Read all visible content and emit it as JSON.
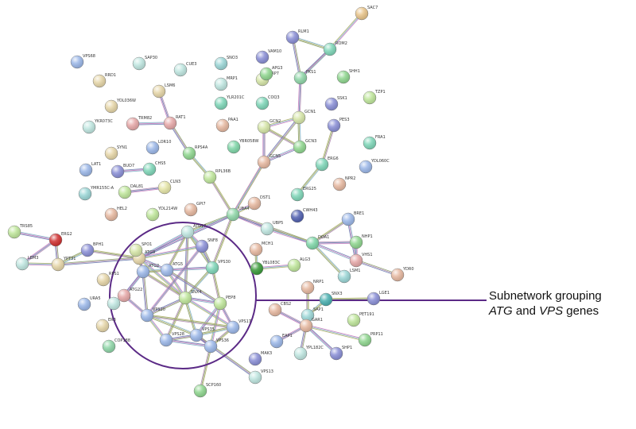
{
  "annotation": {
    "line1": "Subnetwork grouping",
    "line2_italic_a": "ATG",
    "line2_mid": " and ",
    "line2_italic_b": "VPS",
    "line2_end": " genes",
    "color": "#5b2a86"
  },
  "nodes": [
    {
      "id": "SAC7",
      "color": "#e8c48a"
    },
    {
      "id": "RLM1",
      "color": "#8a8fd6"
    },
    {
      "id": "ROM2",
      "color": "#7fd6b8"
    },
    {
      "id": "VPS68",
      "color": "#9bb7e8"
    },
    {
      "id": "SAP30",
      "color": "#bfe6e0"
    },
    {
      "id": "CUE3",
      "color": "#bfe6e0"
    },
    {
      "id": "SNO3",
      "color": "#9bd6d6"
    },
    {
      "id": "VAM10",
      "color": "#8a8fd6"
    },
    {
      "id": "MRP1",
      "color": "#bfe6e0"
    },
    {
      "id": "RRD1",
      "color": "#e6d6a8"
    },
    {
      "id": "LSM6",
      "color": "#e6d6a8"
    },
    {
      "id": "MRP7",
      "color": "#d6e6a8"
    },
    {
      "id": "APG3",
      "color": "#8fd68f"
    },
    {
      "id": "FKS1",
      "color": "#8fd6a8"
    },
    {
      "id": "SHH1",
      "color": "#8fd68f"
    },
    {
      "id": "SSK1",
      "color": "#8a8fd6"
    },
    {
      "id": "TZP1",
      "color": "#bfe69b"
    },
    {
      "id": "YOL036W",
      "color": "#e6d6a8"
    },
    {
      "id": "RAT1",
      "color": "#e6a8a8"
    },
    {
      "id": "YLR201C",
      "color": "#7fd6b8"
    },
    {
      "id": "COQ3",
      "color": "#7fd6b8"
    },
    {
      "id": "GCN1",
      "color": "#d6e6a8"
    },
    {
      "id": "GCN2",
      "color": "#d6e6a8"
    },
    {
      "id": "PES3",
      "color": "#8a8fd6"
    },
    {
      "id": "YKR073C",
      "color": "#bfe6e0"
    },
    {
      "id": "TRM82",
      "color": "#e6a8a8"
    },
    {
      "id": "LOR10",
      "color": "#9bb7e8"
    },
    {
      "id": "PAA1",
      "color": "#e6b8a0"
    },
    {
      "id": "YBR058W",
      "color": "#7fd6a8"
    },
    {
      "id": "GCN3",
      "color": "#8fd68f"
    },
    {
      "id": "FRA1",
      "color": "#7fd6b8"
    },
    {
      "id": "SYN1",
      "color": "#e6d6a8"
    },
    {
      "id": "RPS4A",
      "color": "#8fd68f"
    },
    {
      "id": "GCN5",
      "color": "#e6b8a0"
    },
    {
      "id": "ERG6",
      "color": "#7fd6b8"
    },
    {
      "id": "YDL060C",
      "color": "#9bb7e8"
    },
    {
      "id": "LAT1",
      "color": "#9bb7e8"
    },
    {
      "id": "BUD7",
      "color": "#8a8fd6"
    },
    {
      "id": "CHS5",
      "color": "#7fd6b8"
    },
    {
      "id": "YMR155C-A",
      "color": "#9bd6d6"
    },
    {
      "id": "DAL81",
      "color": "#bfe69b"
    },
    {
      "id": "CLN3",
      "color": "#e6e6a8"
    },
    {
      "id": "RPL36B",
      "color": "#bfe69b"
    },
    {
      "id": "ERG25",
      "color": "#7fd6b8"
    },
    {
      "id": "NPR2",
      "color": "#e6b8a0"
    },
    {
      "id": "HEL2",
      "color": "#e6b8a0"
    },
    {
      "id": "YDL214W",
      "color": "#bfe69b"
    },
    {
      "id": "GPI7",
      "color": "#e6b8a0"
    },
    {
      "id": "UBA4",
      "color": "#8fd6a8"
    },
    {
      "id": "DST1",
      "color": "#e6b8a0"
    },
    {
      "id": "CWH43",
      "color": "#5060b0"
    },
    {
      "id": "BRE1",
      "color": "#9bb7e8"
    },
    {
      "id": "TRS85",
      "color": "#bfe69b"
    },
    {
      "id": "ERG2",
      "color": "#d03030"
    },
    {
      "id": "BPH1",
      "color": "#8a8fd6"
    },
    {
      "id": "UBP5",
      "color": "#bfe6e0"
    },
    {
      "id": "DOA1",
      "color": "#7fd6a8"
    },
    {
      "id": "NHP1",
      "color": "#8fd68f"
    },
    {
      "id": "ATG17",
      "color": "#bfe6e0"
    },
    {
      "id": "SNF8",
      "color": "#8a8fd6"
    },
    {
      "id": "LEM3",
      "color": "#bfe6e0"
    },
    {
      "id": "YPT31",
      "color": "#e6d6a8"
    },
    {
      "id": "ATG9",
      "color": "#e6d6a8"
    },
    {
      "id": "MCH1",
      "color": "#e6b8a0"
    },
    {
      "id": "VHS1",
      "color": "#e6a8a8"
    },
    {
      "id": "ATG2",
      "color": "#9bb7e8"
    },
    {
      "id": "VPS30",
      "color": "#7fd6b8"
    },
    {
      "id": "YBL083C",
      "color": "#3a9a3a"
    },
    {
      "id": "ALG3",
      "color": "#bfe69b"
    },
    {
      "id": "YDR0",
      "color": "#e6b8a0"
    },
    {
      "id": "RPS1",
      "color": "#e6d6a8"
    },
    {
      "id": "ATG5",
      "color": "#9bb7e8"
    },
    {
      "id": "SNX4",
      "color": "#bfe69b"
    },
    {
      "id": "PEP8",
      "color": "#bfe69b"
    },
    {
      "id": "NRP1",
      "color": "#e6b8a0"
    },
    {
      "id": "LSM1",
      "color": "#9bd6d6"
    },
    {
      "id": "YMD8",
      "color": "#bfe6e0"
    },
    {
      "id": "ATG22",
      "color": "#e6a8a8"
    },
    {
      "id": "VPS20",
      "color": "#9bb7e8"
    },
    {
      "id": "VPS17",
      "color": "#9bb7e8"
    },
    {
      "id": "SNX3",
      "color": "#4ab0b0"
    },
    {
      "id": "LGE1",
      "color": "#8a8fd6"
    },
    {
      "id": "URA5",
      "color": "#9bb7e8"
    },
    {
      "id": "CBS2",
      "color": "#e6b8a0"
    },
    {
      "id": "SAP1",
      "color": "#9bd6d6"
    },
    {
      "id": "GAR1",
      "color": "#e6b8a0"
    },
    {
      "id": "PET191",
      "color": "#bfe69b"
    },
    {
      "id": "VPS28",
      "color": "#9bb7e8"
    },
    {
      "id": "VPS35",
      "color": "#9bb7e8"
    },
    {
      "id": "VPS36",
      "color": "#9bb7e8"
    },
    {
      "id": "ER3",
      "color": "#e6d6a8"
    },
    {
      "id": "EAP1",
      "color": "#9bb7e8"
    },
    {
      "id": "PRP11",
      "color": "#8fd68f"
    },
    {
      "id": "YPL182C",
      "color": "#bfe6e0"
    },
    {
      "id": "SHP1",
      "color": "#8a8fd6"
    },
    {
      "id": "COP188",
      "color": "#8fd6a8"
    },
    {
      "id": "MAK3",
      "color": "#8a8fd6"
    },
    {
      "id": "VPS13",
      "color": "#bfe6e0"
    },
    {
      "id": "SCP160",
      "color": "#8fd68f"
    },
    {
      "id": "SPO1",
      "color": "#d6e6a8"
    }
  ]
}
